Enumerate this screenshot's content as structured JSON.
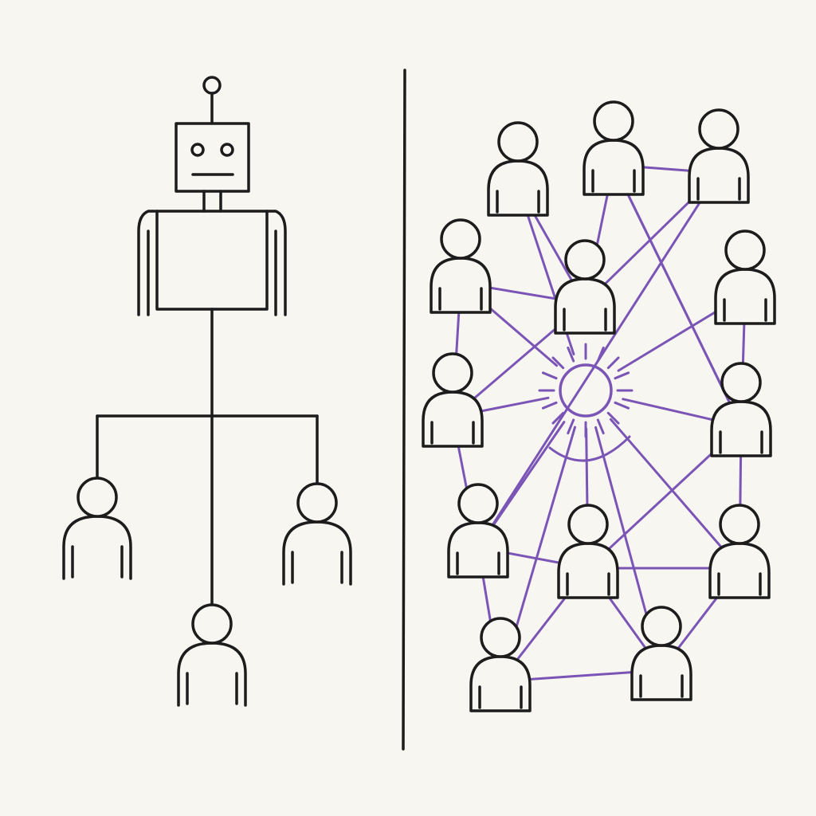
{
  "colors": {
    "background": "#f7f6f1",
    "ink": "#1c1c1c",
    "network": "#7b55b5"
  },
  "left_panel": {
    "concept": "hierarchy",
    "people_count": 3
  },
  "right_panel": {
    "concept": "network",
    "people_count": 13
  }
}
